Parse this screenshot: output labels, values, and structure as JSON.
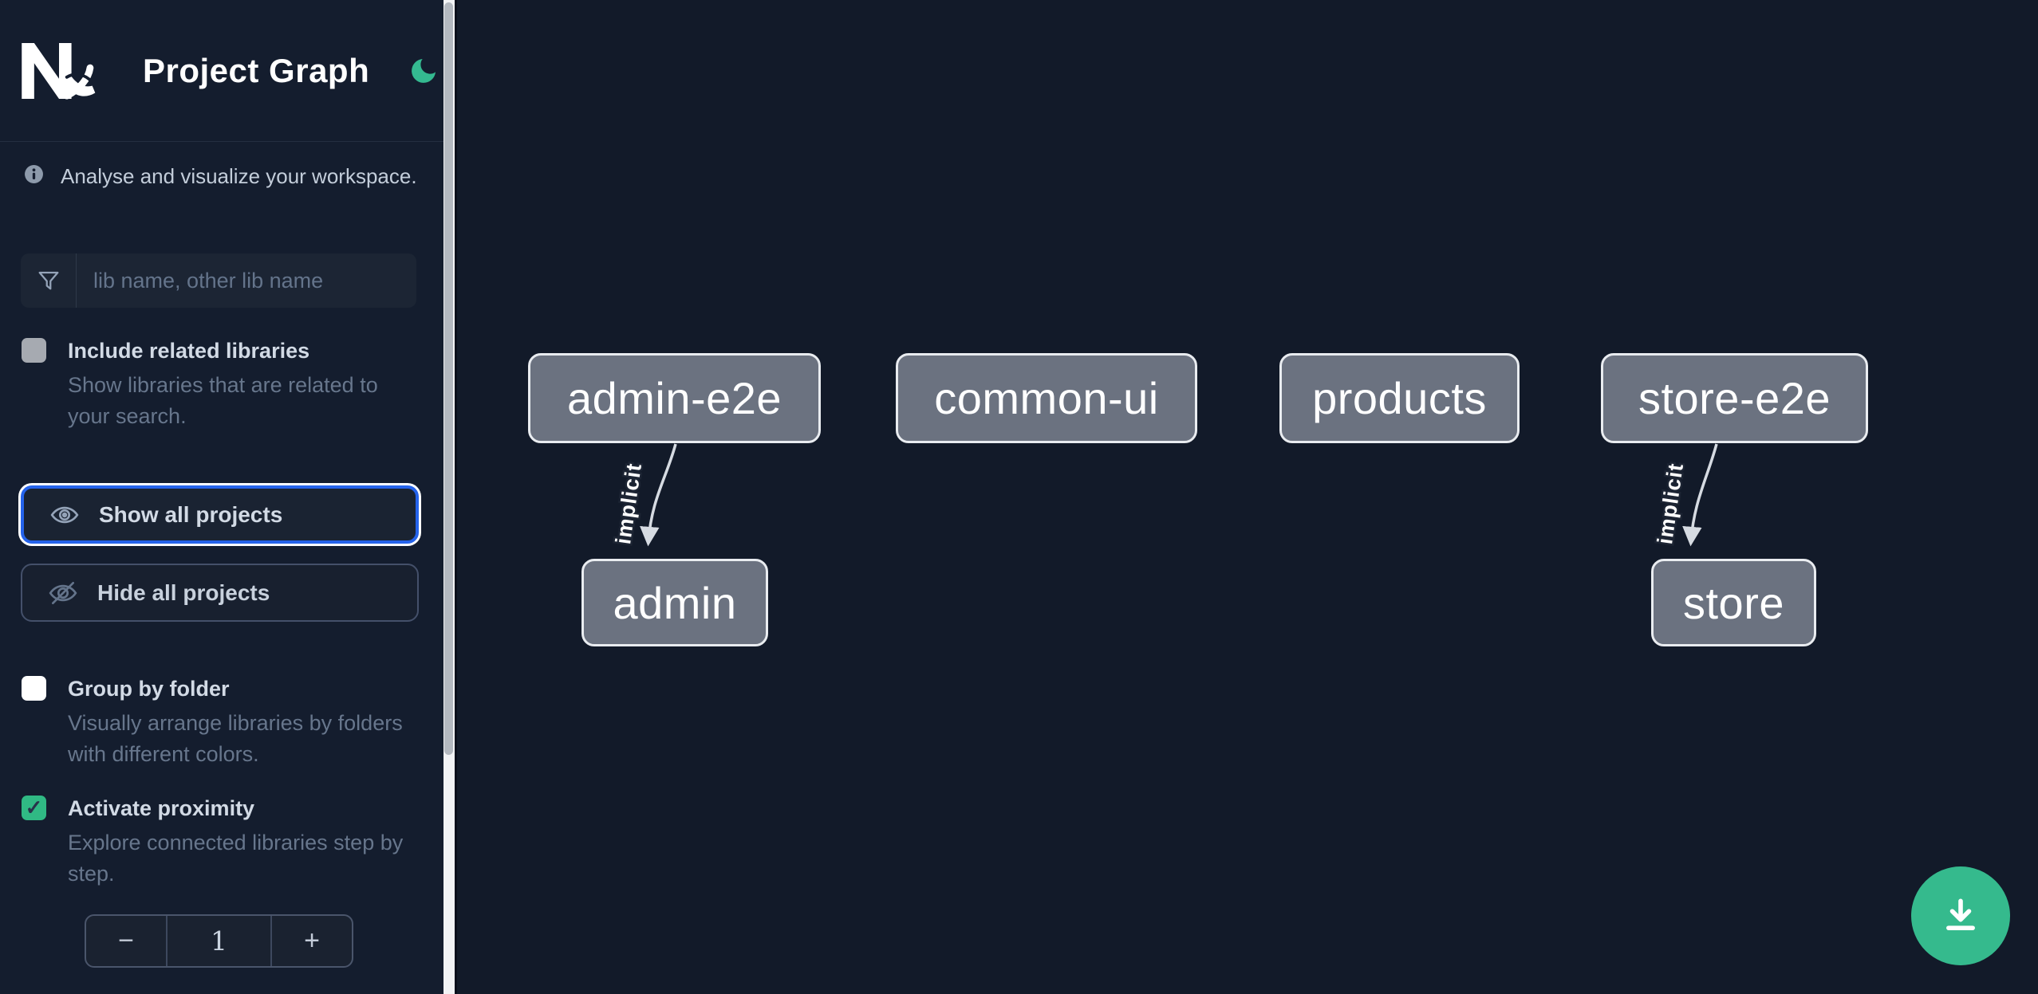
{
  "app": {
    "title": "Project Graph",
    "logo": "nx-logo",
    "theme_toggle_icon": "moon-icon"
  },
  "sidebar": {
    "info": {
      "icon": "info-icon",
      "text": "Analyse and visualize your workspace."
    },
    "search": {
      "icon": "filter-icon",
      "placeholder": "lib name, other lib name",
      "value": ""
    },
    "include_related": {
      "label": "Include related libraries",
      "description": "Show libraries that are related to your search.",
      "checked": false
    },
    "show_all": {
      "label": "Show all projects",
      "icon": "eye-icon",
      "focused": true
    },
    "hide_all": {
      "label": "Hide all projects",
      "icon": "eye-off-icon"
    },
    "group_by_folder": {
      "label": "Group by folder",
      "description": "Visually arrange libraries by folders with different colors.",
      "checked": false
    },
    "activate_proximity": {
      "label": "Activate proximity",
      "description": "Explore connected libraries step by step.",
      "checked": true,
      "checkmark": "✓"
    },
    "proximity_stepper": {
      "decrement": "−",
      "value": "1",
      "increment": "+"
    }
  },
  "graph": {
    "nodes": [
      {
        "id": "admin-e2e",
        "label": "admin-e2e"
      },
      {
        "id": "common-ui",
        "label": "common-ui"
      },
      {
        "id": "products",
        "label": "products"
      },
      {
        "id": "store-e2e",
        "label": "store-e2e"
      },
      {
        "id": "admin",
        "label": "admin"
      },
      {
        "id": "store",
        "label": "store"
      }
    ],
    "edges": [
      {
        "source": "admin-e2e",
        "target": "admin",
        "label": "implicit",
        "type": "implicit"
      },
      {
        "source": "store-e2e",
        "target": "store",
        "label": "implicit",
        "type": "implicit"
      }
    ]
  },
  "fab": {
    "icon": "download-icon"
  },
  "colors": {
    "sidebar_bg": "#141d2e",
    "canvas_bg": "#121a29",
    "accent_green": "#35ba8d",
    "checkbox_green": "#30b984",
    "focus_blue": "#2563eb",
    "node_fill": "#6b7280",
    "node_border": "#e9ecf0",
    "edge": "#d6dbe2",
    "label_text": "#d2dae5",
    "muted_text": "#67768c"
  }
}
